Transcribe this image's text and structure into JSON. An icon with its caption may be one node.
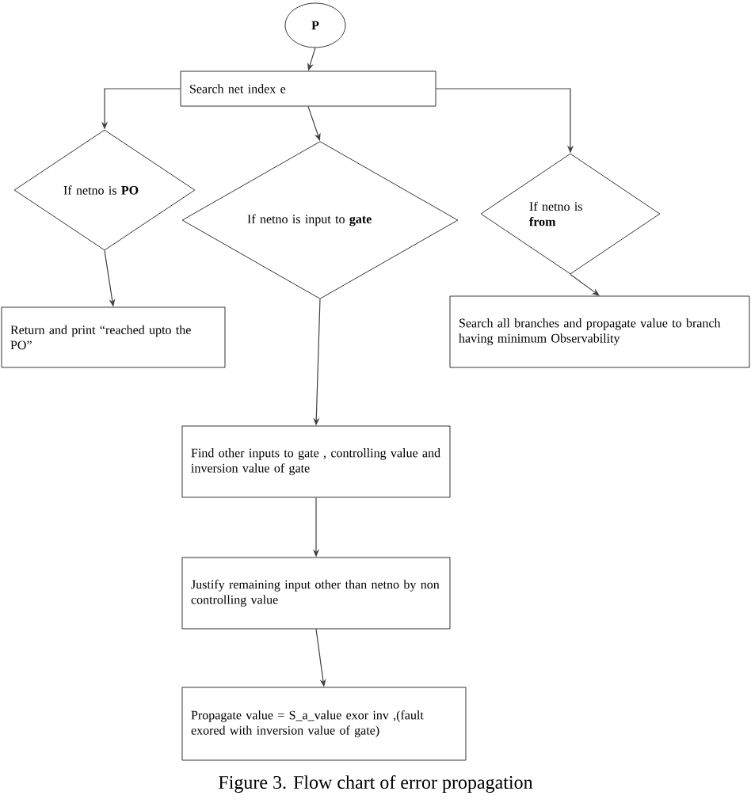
{
  "diagram": {
    "caption": "Figure 3. Flow chart of error propagation",
    "nodes": [
      {
        "text": [
          "P"
        ]
      },
      {
        "text": [
          "Search net index e"
        ]
      },
      {
        "text": [
          "If netno is **PO**"
        ]
      },
      {
        "text": [
          "If netno is input to **gate**"
        ]
      },
      {
        "text": [
          "If netno is **from**"
        ]
      },
      {
        "text": [
          "Return and print “reached upto the PO”"
        ]
      },
      {
        "text": [
          "Search all branches and propagate value to branch having minimum Observability"
        ]
      },
      {
        "text": [
          "Find other inputs to gate , controlling value and inversion value of gate"
        ]
      },
      {
        "text": [
          "Justify remaining input other than netno by non controlling value"
        ]
      },
      {
        "text": [
          "Propagate value = S_a_value exor inv ,(fault exored with inversion value of gate)"
        ]
      }
    ],
    "edges": [
      {
        "from": 0,
        "to": 1,
        "arrow": "to"
      },
      {
        "from": 1,
        "to": 2,
        "arrow": "to"
      },
      {
        "from": 1,
        "to": 3,
        "arrow": "to"
      },
      {
        "from": 1,
        "to": 4,
        "arrow": "to"
      },
      {
        "from": 2,
        "to": 5,
        "arrow": "to"
      },
      {
        "from": 3,
        "to": 7,
        "arrow": "to"
      },
      {
        "from": 4,
        "to": 6,
        "arrow": "to"
      },
      {
        "from": 7,
        "to": 8,
        "arrow": "to"
      },
      {
        "from": 8,
        "to": 9,
        "arrow": "to"
      }
    ]
  }
}
